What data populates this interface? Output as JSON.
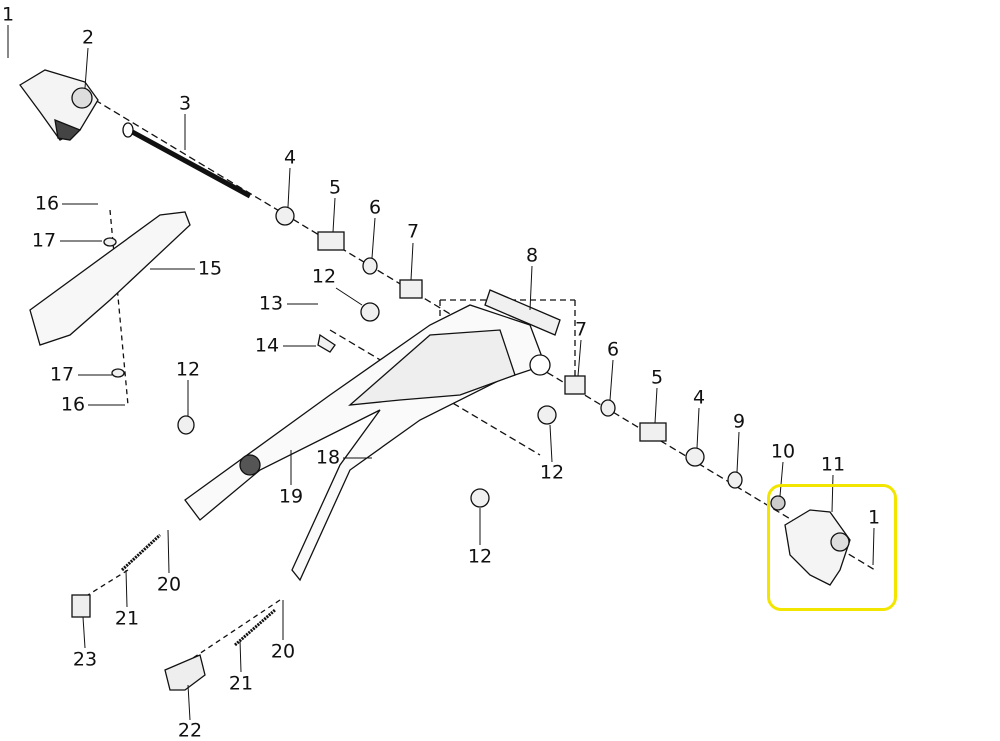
{
  "diagram": {
    "title": "Swingarm exploded parts diagram",
    "highlight_color": "#f2e600",
    "callouts": [
      "1",
      "2",
      "3",
      "4",
      "5",
      "6",
      "7",
      "8",
      "16",
      "17",
      "15",
      "12",
      "13",
      "14",
      "7",
      "6",
      "5",
      "4",
      "9",
      "10",
      "11",
      "1",
      "12",
      "17",
      "16",
      "18",
      "19",
      "12",
      "12",
      "20",
      "21",
      "23",
      "20",
      "21",
      "22"
    ]
  }
}
